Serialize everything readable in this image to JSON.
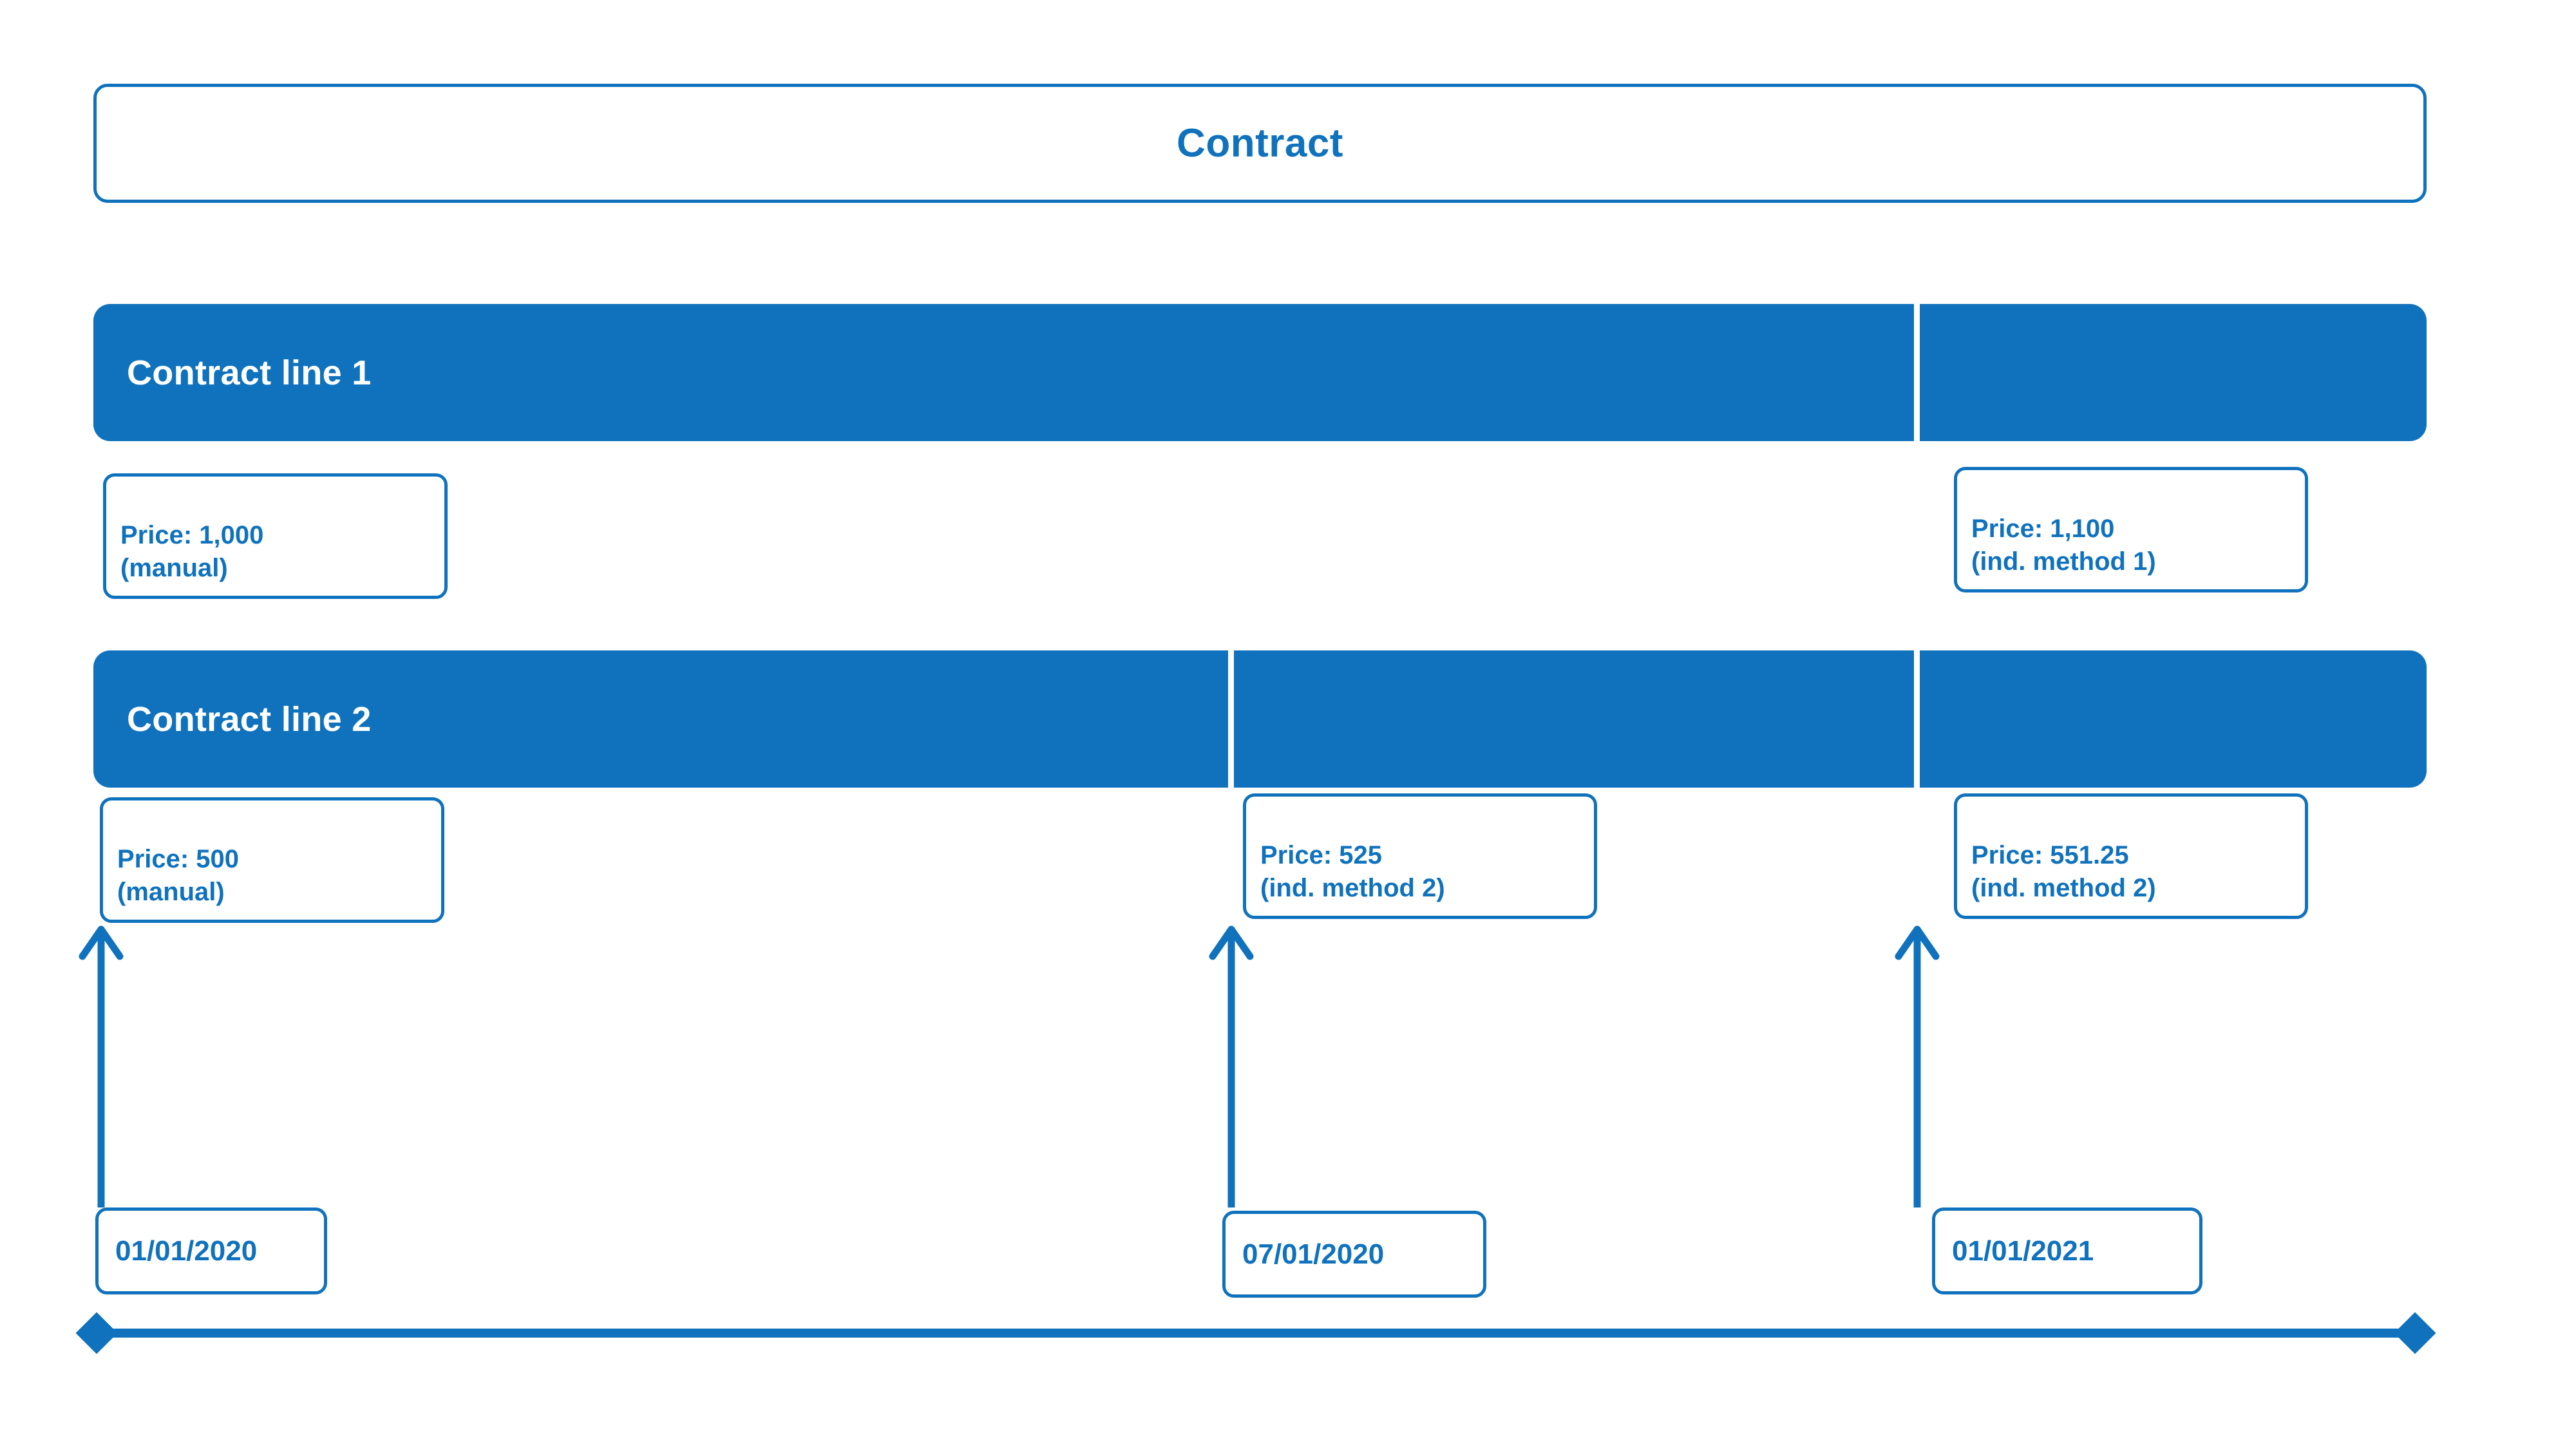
{
  "palette": {
    "brand_blue": "#1072BD",
    "bar_blue": "#1072BD",
    "background": "#FFFFFF",
    "bar_text": "#FFFFFF"
  },
  "header": {
    "title": "Contract"
  },
  "contract_lines": [
    {
      "name": "Contract line 1",
      "segments": 2,
      "prices": [
        {
          "amount": "Price: 1,000",
          "method": "(manual)"
        },
        {
          "amount": "Price: 1,100",
          "method": "(ind. method 1)"
        }
      ]
    },
    {
      "name": "Contract line 2",
      "segments": 3,
      "prices": [
        {
          "amount": "Price: 500",
          "method": "(manual)"
        },
        {
          "amount": "Price: 525",
          "method": "(ind. method 2)"
        },
        {
          "amount": "Price: 551.25",
          "method": "(ind. method 2)"
        }
      ]
    }
  ],
  "price_labels": {
    "l1_p1": "Price: 1,000\n(manual)",
    "l1_p2": "Price: 1,100\n(ind. method 1)",
    "l2_p1": "Price: 500\n(manual)",
    "l2_p2": "Price: 525\n(ind. method 2)",
    "l2_p3": "Price: 551.25\n(ind. method 2)"
  },
  "timeline": {
    "dates": [
      "01/01/2020",
      "07/01/2020",
      "01/01/2021"
    ],
    "date_1": "01/01/2020",
    "date_2": "07/01/2020",
    "date_3": "01/01/2021",
    "start_marker": "diamond",
    "end_marker": "diamond"
  },
  "chart_data": {
    "type": "table",
    "title": "Contract",
    "categories": [
      "01/01/2020",
      "07/01/2020",
      "01/01/2021"
    ],
    "series": [
      {
        "name": "Contract line 1",
        "values": [
          1000,
          1000,
          1100
        ],
        "price_labels": [
          "Price: 1,000 (manual)",
          "",
          "Price: 1,100 (ind. method 1)"
        ],
        "price_change_dates": [
          "01/01/2020",
          "01/01/2021"
        ]
      },
      {
        "name": "Contract line 2",
        "values": [
          500,
          525,
          551.25
        ],
        "price_labels": [
          "Price: 500 (manual)",
          "Price: 525 (ind. method 2)",
          "Price: 551.25 (ind. method 2)"
        ],
        "price_change_dates": [
          "01/01/2020",
          "07/01/2020",
          "01/01/2021"
        ]
      }
    ],
    "xlabel": "",
    "ylabel": "",
    "legend": []
  }
}
